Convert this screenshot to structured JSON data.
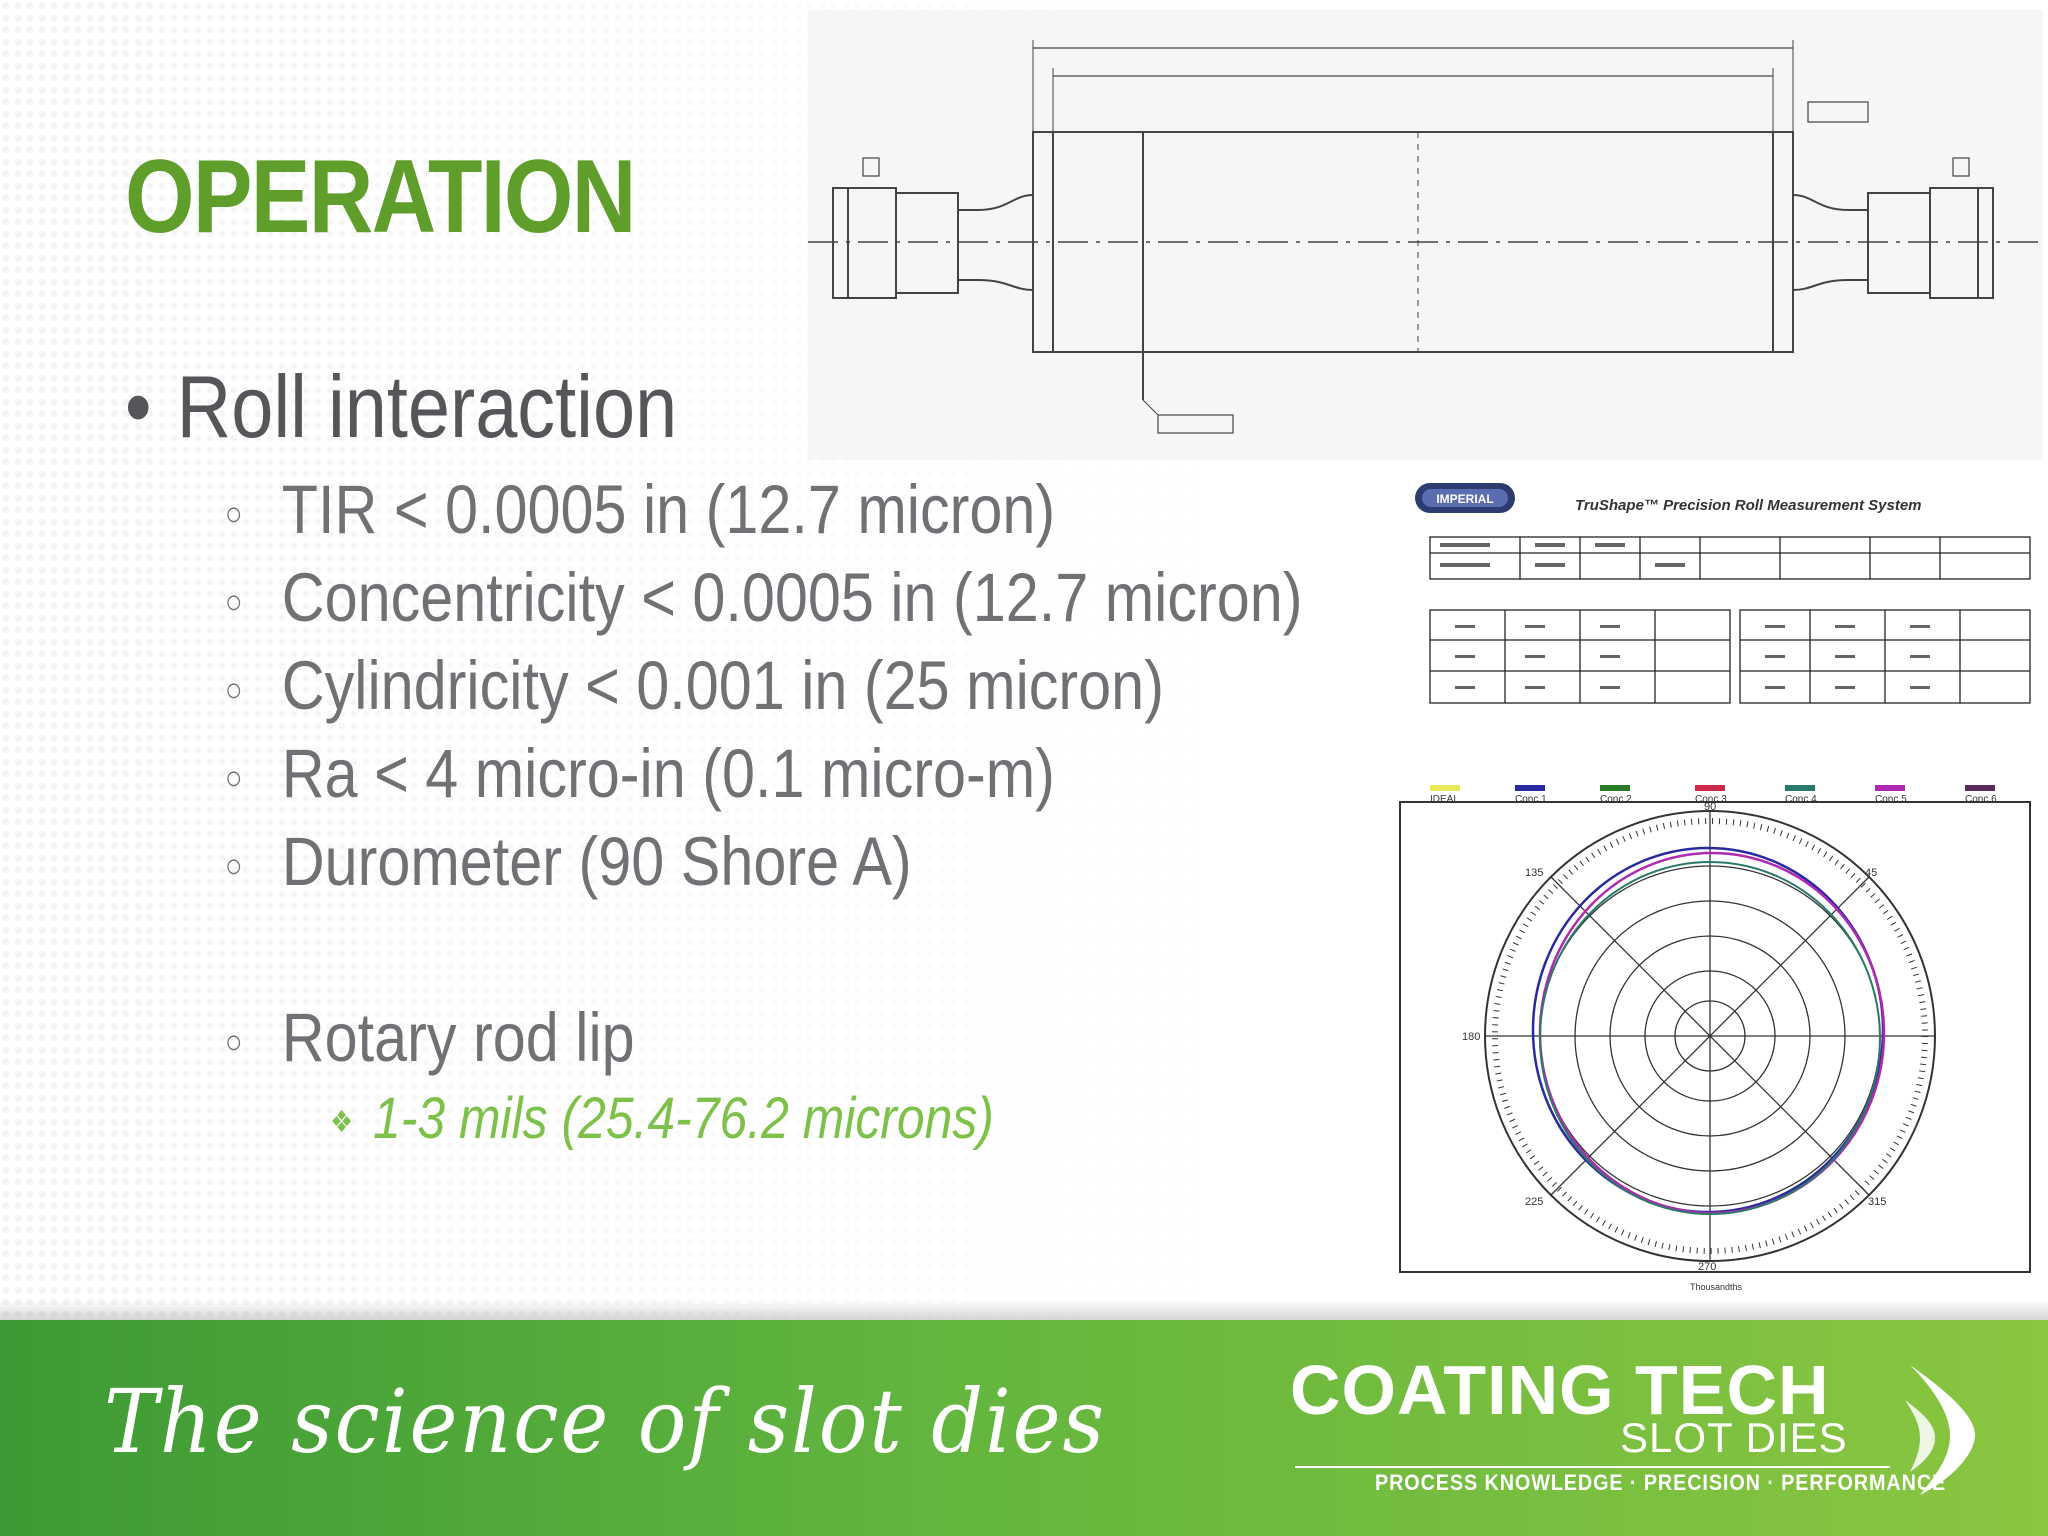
{
  "slide": {
    "title": "OPERATION",
    "bullet": "Roll interaction",
    "bullet_marker": "•",
    "sub_marker": "○",
    "specs": [
      "TIR < 0.0005 in (12.7 micron)",
      "Concentricity < 0.0005 in (12.7 micron)",
      "Cylindricity < 0.001 in (25 micron)",
      "Ra < 4 micro-in (0.1 micro-m)",
      "Durometer (90 Shore A)"
    ],
    "lip_item": "Rotary rod lip",
    "lip_marker": "❖",
    "lip_detail": "1-3 mils (25.4-76.2 microns)"
  },
  "figures": {
    "table_header": "TruShape™ Precision Roll Measurement System",
    "table_logo": "IMPERIAL",
    "polar_labels": {
      "top": "90",
      "left": "180",
      "bottom": "270",
      "tl": "135",
      "tr": "45",
      "bl": "225",
      "br": "315",
      "unit": "Thousandths"
    },
    "legend": [
      "IDEAL",
      "Conc 1",
      "Conc 2",
      "Conc 3",
      "Conc 4",
      "Conc 5",
      "Conc 6"
    ],
    "legend_colors": [
      "#e8e85a",
      "#2a2aa0",
      "#2a7a2a",
      "#cc2a4a",
      "#2a7a6a",
      "#b02ab0",
      "#5a2a5a"
    ]
  },
  "footer": {
    "tagline": "The science of slot dies",
    "logo_main": "COATING TECH",
    "logo_sub": "SLOT DIES",
    "logo_tag": "PROCESS KNOWLEDGE · PRECISION · PERFORMANCE"
  },
  "colors": {
    "title_green": "#5f9e2a",
    "footer_green": "#62b53e",
    "text_gray": "#707174"
  }
}
